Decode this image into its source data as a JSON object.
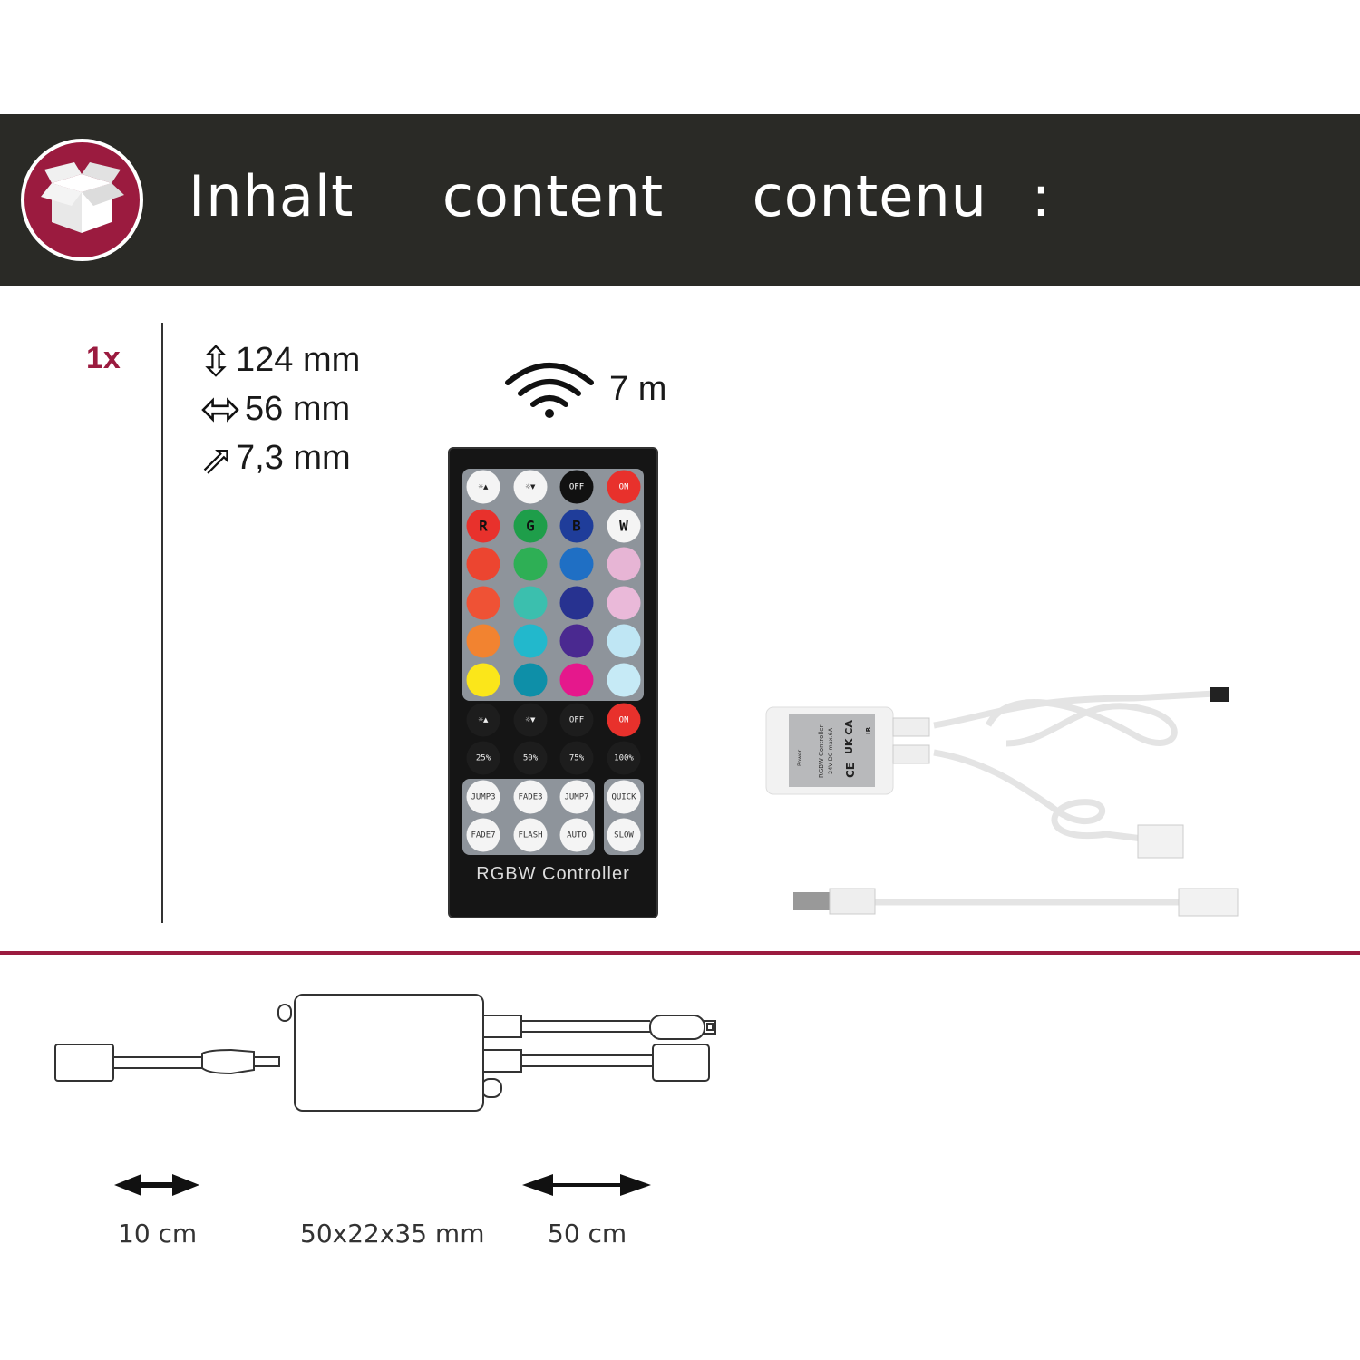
{
  "header": {
    "title": "Inhalt  content  contenu :",
    "logo_icon": "open-box-icon",
    "accent": "#9b1b3f",
    "band_color": "#2a2a26"
  },
  "quantity": "1x",
  "dimensions": [
    {
      "icon": "height-arrow-icon",
      "value": "124 mm"
    },
    {
      "icon": "width-arrow-icon",
      "value": "56 mm"
    },
    {
      "icon": "depth-arrow-icon",
      "value": "7,3 mm"
    }
  ],
  "range": {
    "icon": "wireless-signal-icon",
    "value": "7 m"
  },
  "remote": {
    "label": "RGBW Controller",
    "top_rows": [
      [
        {
          "t": "☼▲",
          "c": "#f4f4f4",
          "f": "#222"
        },
        {
          "t": "☼▼",
          "c": "#f4f4f4",
          "f": "#222"
        },
        {
          "t": "OFF",
          "c": "#111",
          "f": "#fff"
        },
        {
          "t": "ON",
          "c": "#e8312c",
          "f": "#fff"
        }
      ],
      [
        {
          "t": "R",
          "c": "#e8312c",
          "f": "#111"
        },
        {
          "t": "G",
          "c": "#1e9e4a",
          "f": "#111"
        },
        {
          "t": "B",
          "c": "#1f3d9a",
          "f": "#111"
        },
        {
          "t": "W",
          "c": "#f4f4f4",
          "f": "#111"
        }
      ],
      [
        {
          "t": "",
          "c": "#ec4530"
        },
        {
          "t": "",
          "c": "#2eaf55"
        },
        {
          "t": "",
          "c": "#1f6fc4"
        },
        {
          "t": "",
          "c": "#e7b5d5"
        }
      ],
      [
        {
          "t": "",
          "c": "#ef5235"
        },
        {
          "t": "",
          "c": "#3bbfae"
        },
        {
          "t": "",
          "c": "#273290"
        },
        {
          "t": "",
          "c": "#eab9d9"
        }
      ],
      [
        {
          "t": "",
          "c": "#f28330"
        },
        {
          "t": "",
          "c": "#22b8cc"
        },
        {
          "t": "",
          "c": "#4a2990"
        },
        {
          "t": "",
          "c": "#bfe6f4"
        }
      ],
      [
        {
          "t": "",
          "c": "#fbe61a"
        },
        {
          "t": "",
          "c": "#0e8fa8"
        },
        {
          "t": "",
          "c": "#e5188c"
        },
        {
          "t": "",
          "c": "#c6eaf6"
        }
      ]
    ],
    "dark_rows": [
      [
        {
          "t": "☼▲",
          "c": "#1d1d1d",
          "f": "#eee"
        },
        {
          "t": "☼▼",
          "c": "#1d1d1d",
          "f": "#eee"
        },
        {
          "t": "OFF",
          "c": "#1d1d1d",
          "f": "#eee"
        },
        {
          "t": "ON",
          "c": "#e8312c",
          "f": "#fff"
        }
      ],
      [
        {
          "t": "25%",
          "c": "#1d1d1d",
          "f": "#eee"
        },
        {
          "t": "50%",
          "c": "#1d1d1d",
          "f": "#eee"
        },
        {
          "t": "75%",
          "c": "#1d1d1d",
          "f": "#eee"
        },
        {
          "t": "100%",
          "c": "#1d1d1d",
          "f": "#eee"
        }
      ]
    ],
    "mode_rows": [
      [
        {
          "t": "JUMP3"
        },
        {
          "t": "FADE3"
        },
        {
          "t": "JUMP7"
        },
        {
          "t": "QUICK"
        }
      ],
      [
        {
          "t": "FADE7"
        },
        {
          "t": "FLASH"
        },
        {
          "t": "AUTO"
        },
        {
          "t": "SLOW"
        }
      ]
    ]
  },
  "controller_label": {
    "lines": [
      "Power",
      "RGBW Controller",
      "24V DC max.6A",
      "UK CA",
      "CE",
      "IR"
    ]
  },
  "drawing": {
    "labels": [
      "10 cm",
      "50x22x35 mm",
      "50 cm"
    ]
  }
}
